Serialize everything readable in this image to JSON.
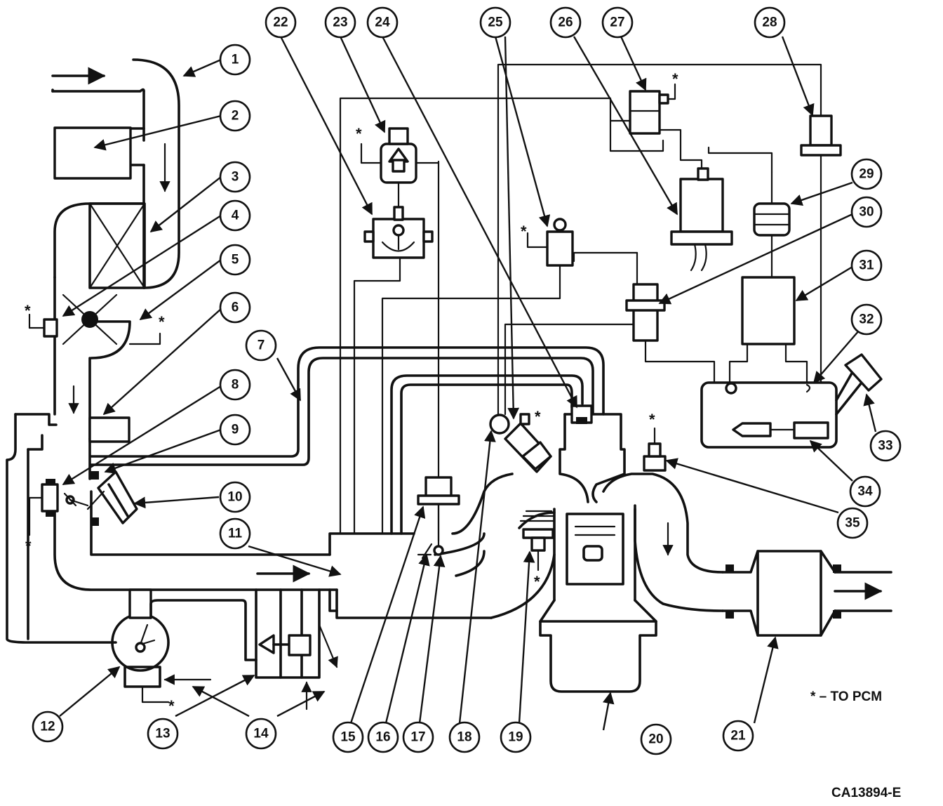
{
  "callouts": [
    "1",
    "2",
    "3",
    "4",
    "5",
    "6",
    "7",
    "8",
    "9",
    "10",
    "11",
    "12",
    "13",
    "14",
    "15",
    "16",
    "17",
    "18",
    "19",
    "20",
    "21",
    "22",
    "23",
    "24",
    "25",
    "26",
    "27",
    "28",
    "29",
    "30",
    "31",
    "32",
    "33",
    "34",
    "35"
  ],
  "pcm_marker": "*",
  "legend_text": "* – TO PCM",
  "figure_id": "CA13894-E"
}
